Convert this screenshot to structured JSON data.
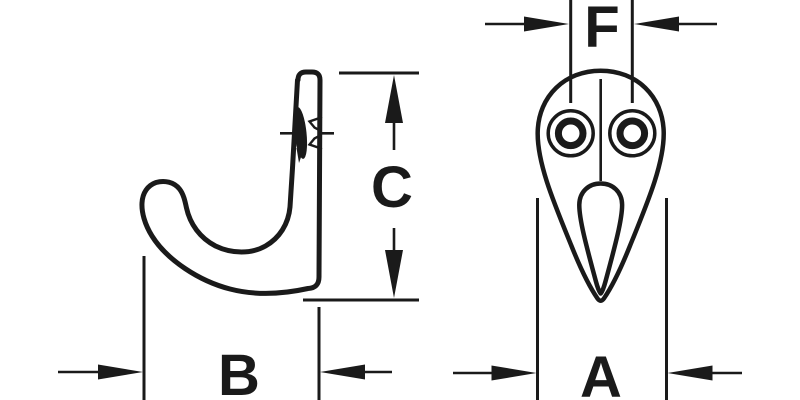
{
  "colors": {
    "ink": "#1a1a1a",
    "background": "#ffffff"
  },
  "drawing": {
    "dim_labels": {
      "a": "A",
      "b": "B",
      "c": "C",
      "f": "F"
    }
  }
}
